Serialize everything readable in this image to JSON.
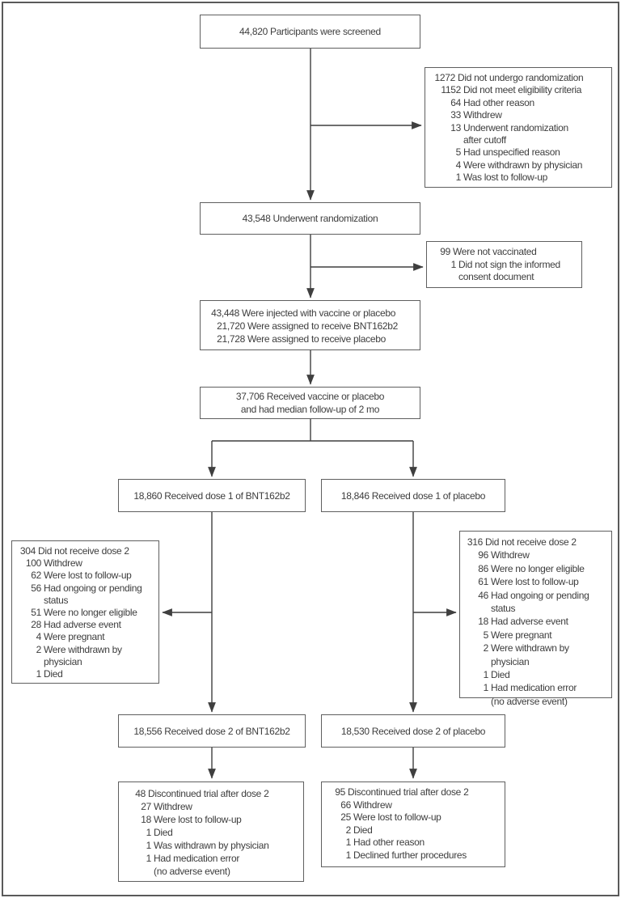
{
  "colors": {
    "background": "#ffffff",
    "box_border": "#5f5f5f",
    "connector": "#3f3f3f",
    "text": "#3d3d3d"
  },
  "flow": {
    "screened": {
      "text": "44,820 Participants were screened"
    },
    "not_randomized": {
      "lines": [
        {
          "n": "1272",
          "t": "Did not undergo randomization"
        },
        {
          "n": "1152",
          "t": "Did not meet eligibility criteria"
        },
        {
          "n": "64",
          "t": "Had other reason"
        },
        {
          "n": "33",
          "t": "Withdrew"
        },
        {
          "n": "13",
          "t": "Underwent randomization\nafter cutoff"
        },
        {
          "n": "5",
          "t": "Had unspecified reason"
        },
        {
          "n": "4",
          "t": "Were withdrawn by physician"
        },
        {
          "n": "1",
          "t": "Was lost to follow-up"
        }
      ]
    },
    "randomized": {
      "text": "43,548 Underwent randomization"
    },
    "not_vaccinated": {
      "lines": [
        {
          "n": "99",
          "t": "Were not vaccinated"
        },
        {
          "n": "1",
          "t": "Did not sign the informed\nconsent document"
        }
      ]
    },
    "injected": {
      "lines": [
        {
          "n": "43,448",
          "t": "Were injected with vaccine or placebo"
        },
        {
          "n": "21,720",
          "t": "Were assigned to receive BNT162b2"
        },
        {
          "n": "21,728",
          "t": "Were assigned to receive placebo"
        }
      ]
    },
    "followup": {
      "text": "37,706 Received vaccine or placebo\nand had median follow-up of 2 mo"
    },
    "dose1_vaccine": {
      "text": "18,860 Received dose 1 of BNT162b2"
    },
    "dose1_placebo": {
      "text": "18,846 Received dose 1 of placebo"
    },
    "no_dose2_vaccine": {
      "lines": [
        {
          "n": "304",
          "t": "Did not receive dose 2"
        },
        {
          "n": "100",
          "t": "Withdrew"
        },
        {
          "n": "62",
          "t": "Were lost to follow-up"
        },
        {
          "n": "56",
          "t": "Had ongoing or pending\nstatus"
        },
        {
          "n": "51",
          "t": "Were no longer eligible"
        },
        {
          "n": "28",
          "t": "Had adverse event"
        },
        {
          "n": "4",
          "t": "Were pregnant"
        },
        {
          "n": "2",
          "t": "Were withdrawn by\nphysician"
        },
        {
          "n": "1",
          "t": "Died"
        }
      ]
    },
    "no_dose2_placebo": {
      "lines": [
        {
          "n": "316",
          "t": "Did not receive dose 2"
        },
        {
          "n": "96",
          "t": "Withdrew"
        },
        {
          "n": "86",
          "t": "Were no longer eligible"
        },
        {
          "n": "61",
          "t": "Were lost to follow-up"
        },
        {
          "n": "46",
          "t": "Had ongoing or pending\nstatus"
        },
        {
          "n": "18",
          "t": "Had adverse event"
        },
        {
          "n": "5",
          "t": "Were pregnant"
        },
        {
          "n": "2",
          "t": "Were withdrawn by\nphysician"
        },
        {
          "n": "1",
          "t": "Died"
        },
        {
          "n": "1",
          "t": "Had medication error\n(no adverse event)"
        }
      ]
    },
    "dose2_vaccine": {
      "text": "18,556 Received dose 2 of BNT162b2"
    },
    "dose2_placebo": {
      "text": "18,530 Received dose 2 of placebo"
    },
    "discontinued_vaccine": {
      "lines": [
        {
          "n": "48",
          "t": "Discontinued trial after dose 2"
        },
        {
          "n": "27",
          "t": "Withdrew"
        },
        {
          "n": "18",
          "t": "Were lost to follow-up"
        },
        {
          "n": "1",
          "t": "Died"
        },
        {
          "n": "1",
          "t": "Was withdrawn by physician"
        },
        {
          "n": "1",
          "t": "Had medication error\n(no adverse event)"
        }
      ]
    },
    "discontinued_placebo": {
      "lines": [
        {
          "n": "95",
          "t": "Discontinued trial after dose 2"
        },
        {
          "n": "66",
          "t": "Withdrew"
        },
        {
          "n": "25",
          "t": "Were lost to follow-up"
        },
        {
          "n": "2",
          "t": "Died"
        },
        {
          "n": "1",
          "t": "Had other reason"
        },
        {
          "n": "1",
          "t": "Declined further procedures"
        }
      ]
    }
  }
}
